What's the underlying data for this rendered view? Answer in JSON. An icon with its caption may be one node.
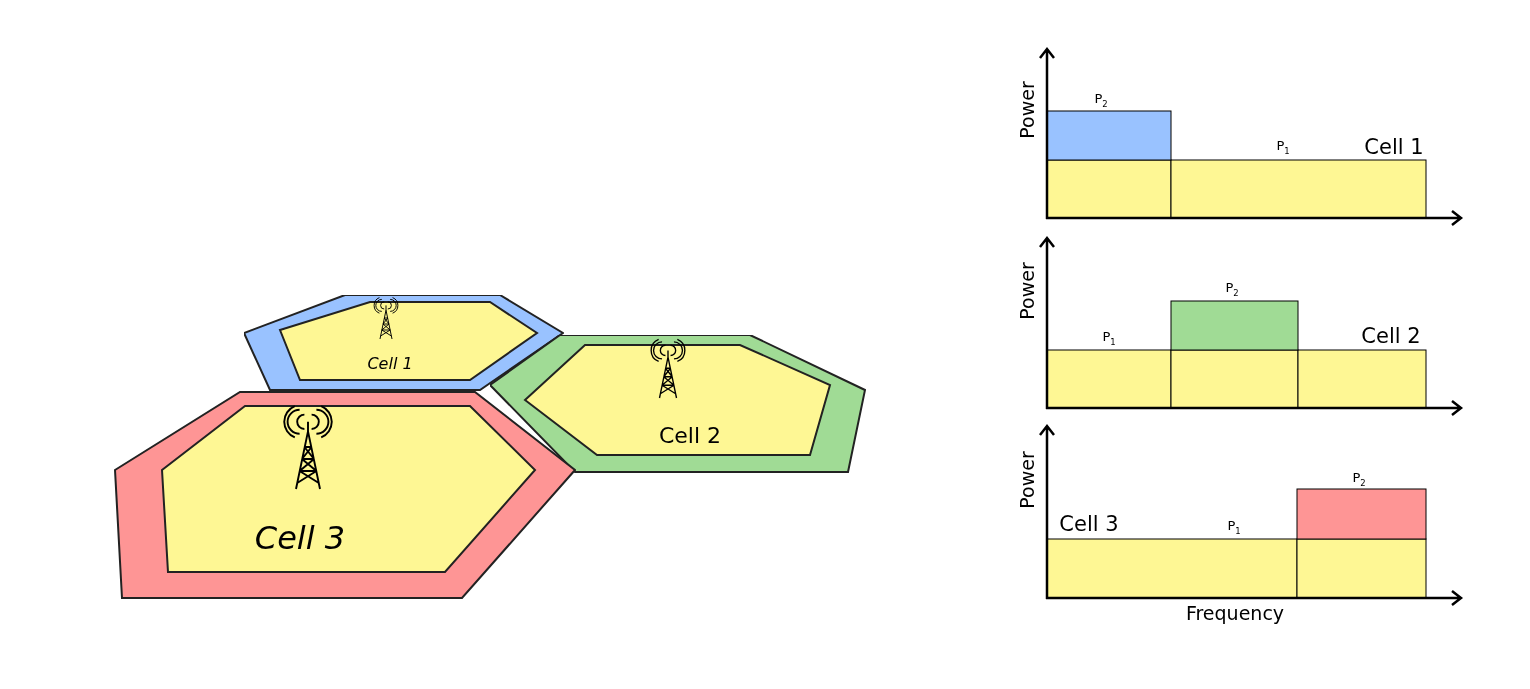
{
  "diagram": {
    "nodes": [
      {
        "text": [
          "Cell 1"
        ]
      },
      {
        "text": [
          "Cell 2"
        ]
      },
      {
        "text": [
          "Cell 3"
        ]
      }
    ],
    "labels": [
      "Power",
      "P$_{2}$",
      "P$_{1}$",
      "Cell 1",
      "Power",
      "P$_{2}$",
      "P$_{1}$",
      "Cell 2",
      "Power",
      "P$_{2}$",
      "Cell 3",
      "P$_{1}$",
      "Frequency"
    ]
  }
}
